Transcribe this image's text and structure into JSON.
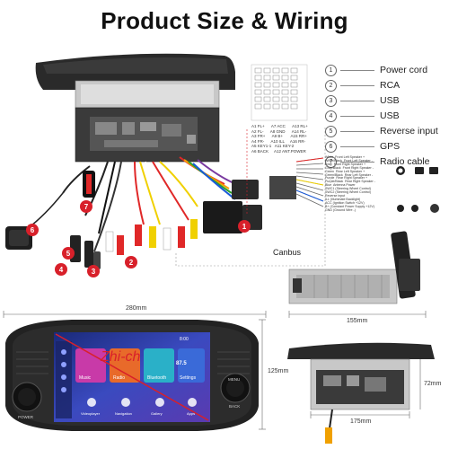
{
  "title": "Product Size & Wiring",
  "legend": [
    {
      "num": "1",
      "label": "Power cord"
    },
    {
      "num": "2",
      "label": "RCA"
    },
    {
      "num": "3",
      "label": "USB"
    },
    {
      "num": "4",
      "label": "USB"
    },
    {
      "num": "5",
      "label": "Reverse input"
    },
    {
      "num": "6",
      "label": "GPS"
    },
    {
      "num": "7",
      "label": "Radio cable"
    }
  ],
  "callouts": [
    "1",
    "2",
    "3",
    "4",
    "5",
    "6",
    "7"
  ],
  "canbus_label": "Canbus",
  "pinout_left": "A1 FL+      A7 ACC      A13 RL+\nA2 FL-      A8 GND      A14 RL-\nA3 FR+      A9 B+       A15 RR+\nA4 FR-      A10 ILL     A16 RR-\nA5 KEY1-1   A11 KEY-2\nA6 BACK     A12 ANT.POWER",
  "wiring_labels": "White  Front Left Speaker +\nWhite/Black  Front Left Speaker -\nGray  Front Right Speaker +\nGray/Black  Front Right Speaker -\nGreen  Rear Left Speaker +\nGreen/Black  Rear Left Speaker -\nPurple  Rear Right Speaker +\nPurple/Black  Rear Right Speaker -\nBlue  Antenna Power\nSWC1 (Steering Wheel Control)\nSWC2 (Steering Wheel Control)\nReverse input\nILL (Illuminate Backlight)\nACC (Ignition Switch +12V)\nB+ (Constant Power Supply +12V)\nGND (Ground Wire -)",
  "dimensions": {
    "width_label": "280mm",
    "height_label": "125mm",
    "depth_label": "155mm",
    "chassis_height_label": "72mm",
    "chassis_width_label": "175mm"
  },
  "screen": {
    "time": "8:00",
    "watermark": "Zhi-ch",
    "apps": [
      "Music",
      "Radio",
      "Bluetooth",
      "Settings"
    ],
    "radio_freq": "87.5",
    "bottom_items": [
      "Videoplayer",
      "Navigation",
      "Gallery",
      "Apps"
    ],
    "knob_labels": [
      "POWER",
      "MENU",
      "BACK"
    ]
  },
  "icons": [
    "wifi-icon",
    "bluetooth-icon",
    "steering-wheel-icon",
    "camera-icon"
  ],
  "colors": {
    "callout_red": "#d8202a",
    "frame": "#222222",
    "screen_bg": "#2a3a9a",
    "wire_red": "#e02828",
    "wire_yellow": "#f0d000"
  }
}
